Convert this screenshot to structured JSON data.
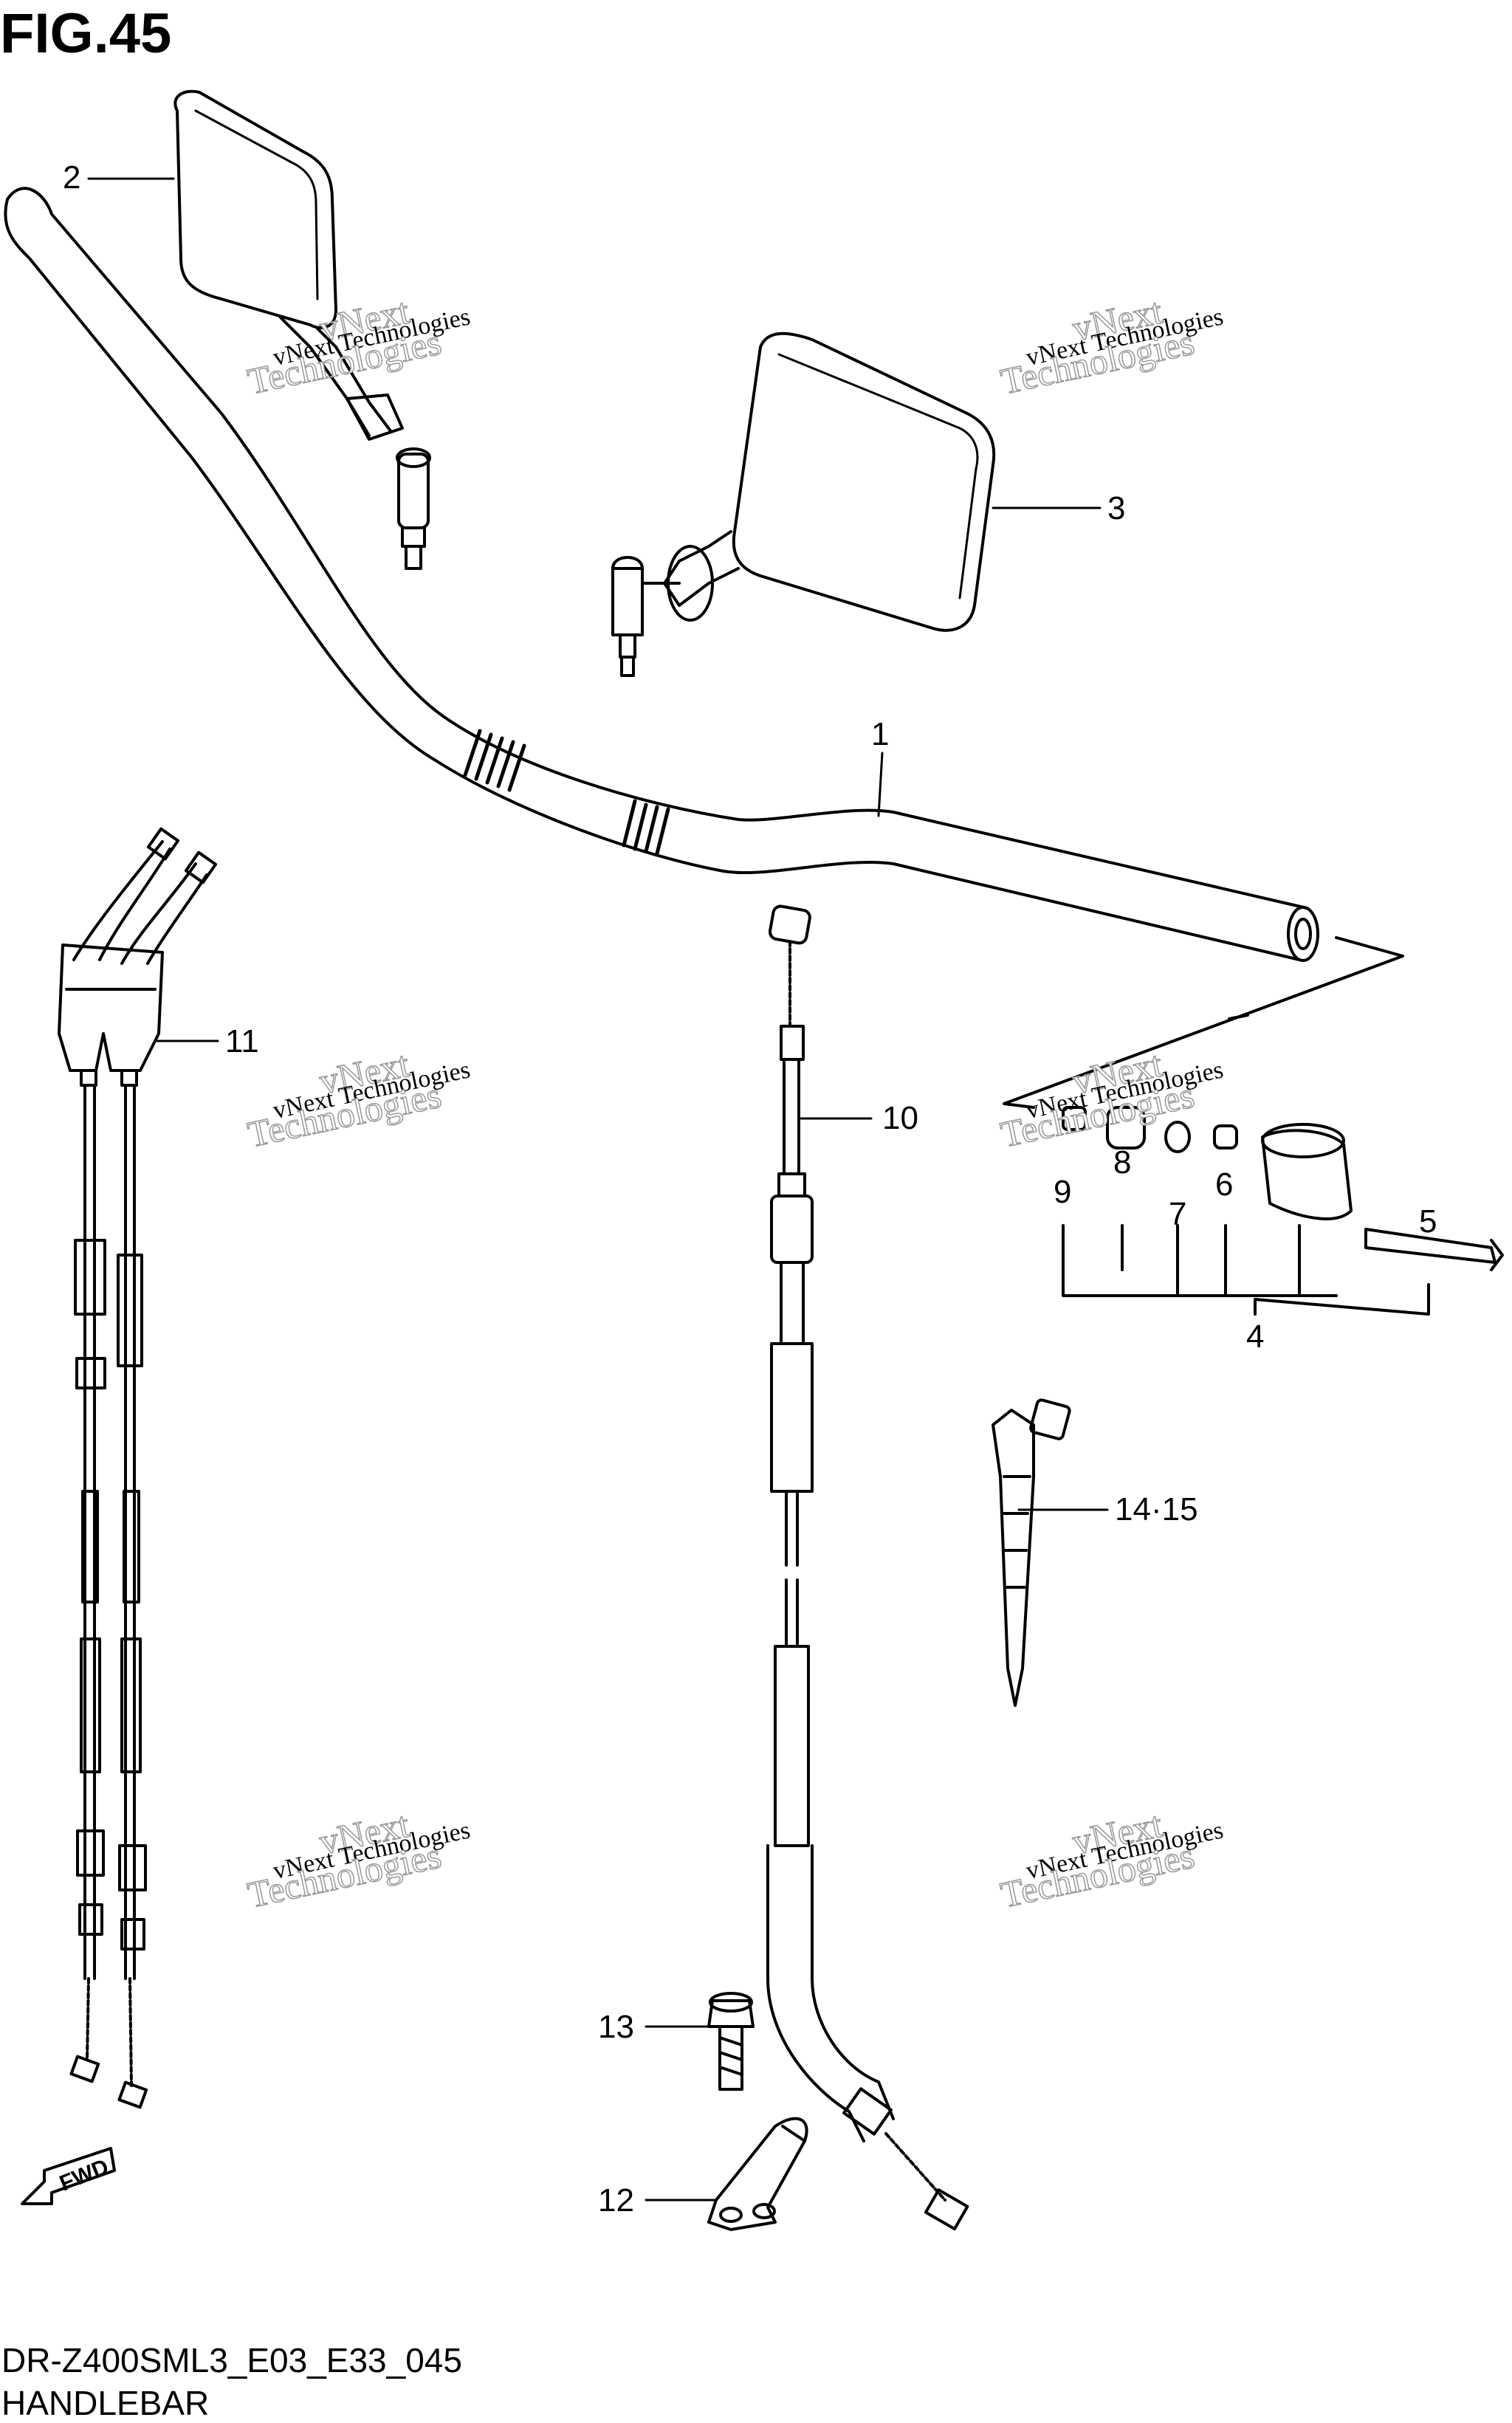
{
  "figure": {
    "title": "FIG.45",
    "code": "DR-Z400SML3_E03_E33_045",
    "name": "HANDLEBAR"
  },
  "callouts": [
    {
      "id": "c1",
      "label": "1"
    },
    {
      "id": "c2",
      "label": "2"
    },
    {
      "id": "c3",
      "label": "3"
    },
    {
      "id": "c4",
      "label": "4"
    },
    {
      "id": "c5",
      "label": "5"
    },
    {
      "id": "c6",
      "label": "6"
    },
    {
      "id": "c7",
      "label": "7"
    },
    {
      "id": "c8",
      "label": "8"
    },
    {
      "id": "c9",
      "label": "9"
    },
    {
      "id": "c10",
      "label": "10"
    },
    {
      "id": "c11",
      "label": "11"
    },
    {
      "id": "c12",
      "label": "12"
    },
    {
      "id": "c13",
      "label": "13"
    },
    {
      "id": "c1415",
      "label": "14·15"
    }
  ],
  "fwd_badge": "FWD",
  "watermark": {
    "line1": "vNext",
    "line2": "vNext Technologies",
    "line3": "Technologies"
  }
}
